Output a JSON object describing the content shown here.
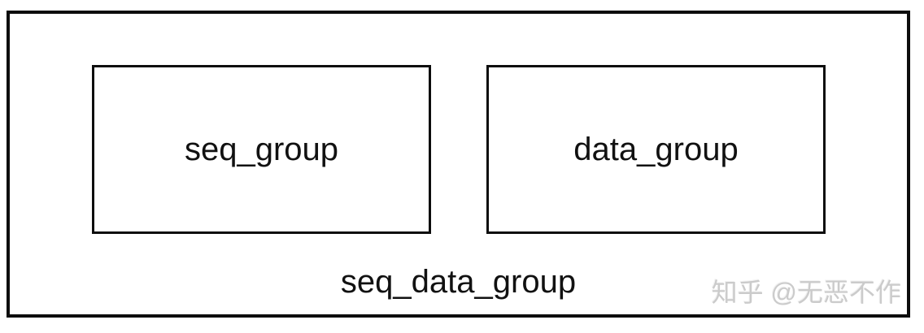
{
  "diagram": {
    "outer_label": "seq_data_group",
    "boxes": [
      {
        "label": "seq_group"
      },
      {
        "label": "data_group"
      }
    ]
  },
  "watermark": {
    "text": "知乎 @无恶不作"
  },
  "colors": {
    "background": "#ffffff",
    "border": "#0d0d0d",
    "label_text": "#111111",
    "watermark_text": "#cbcbcb"
  }
}
